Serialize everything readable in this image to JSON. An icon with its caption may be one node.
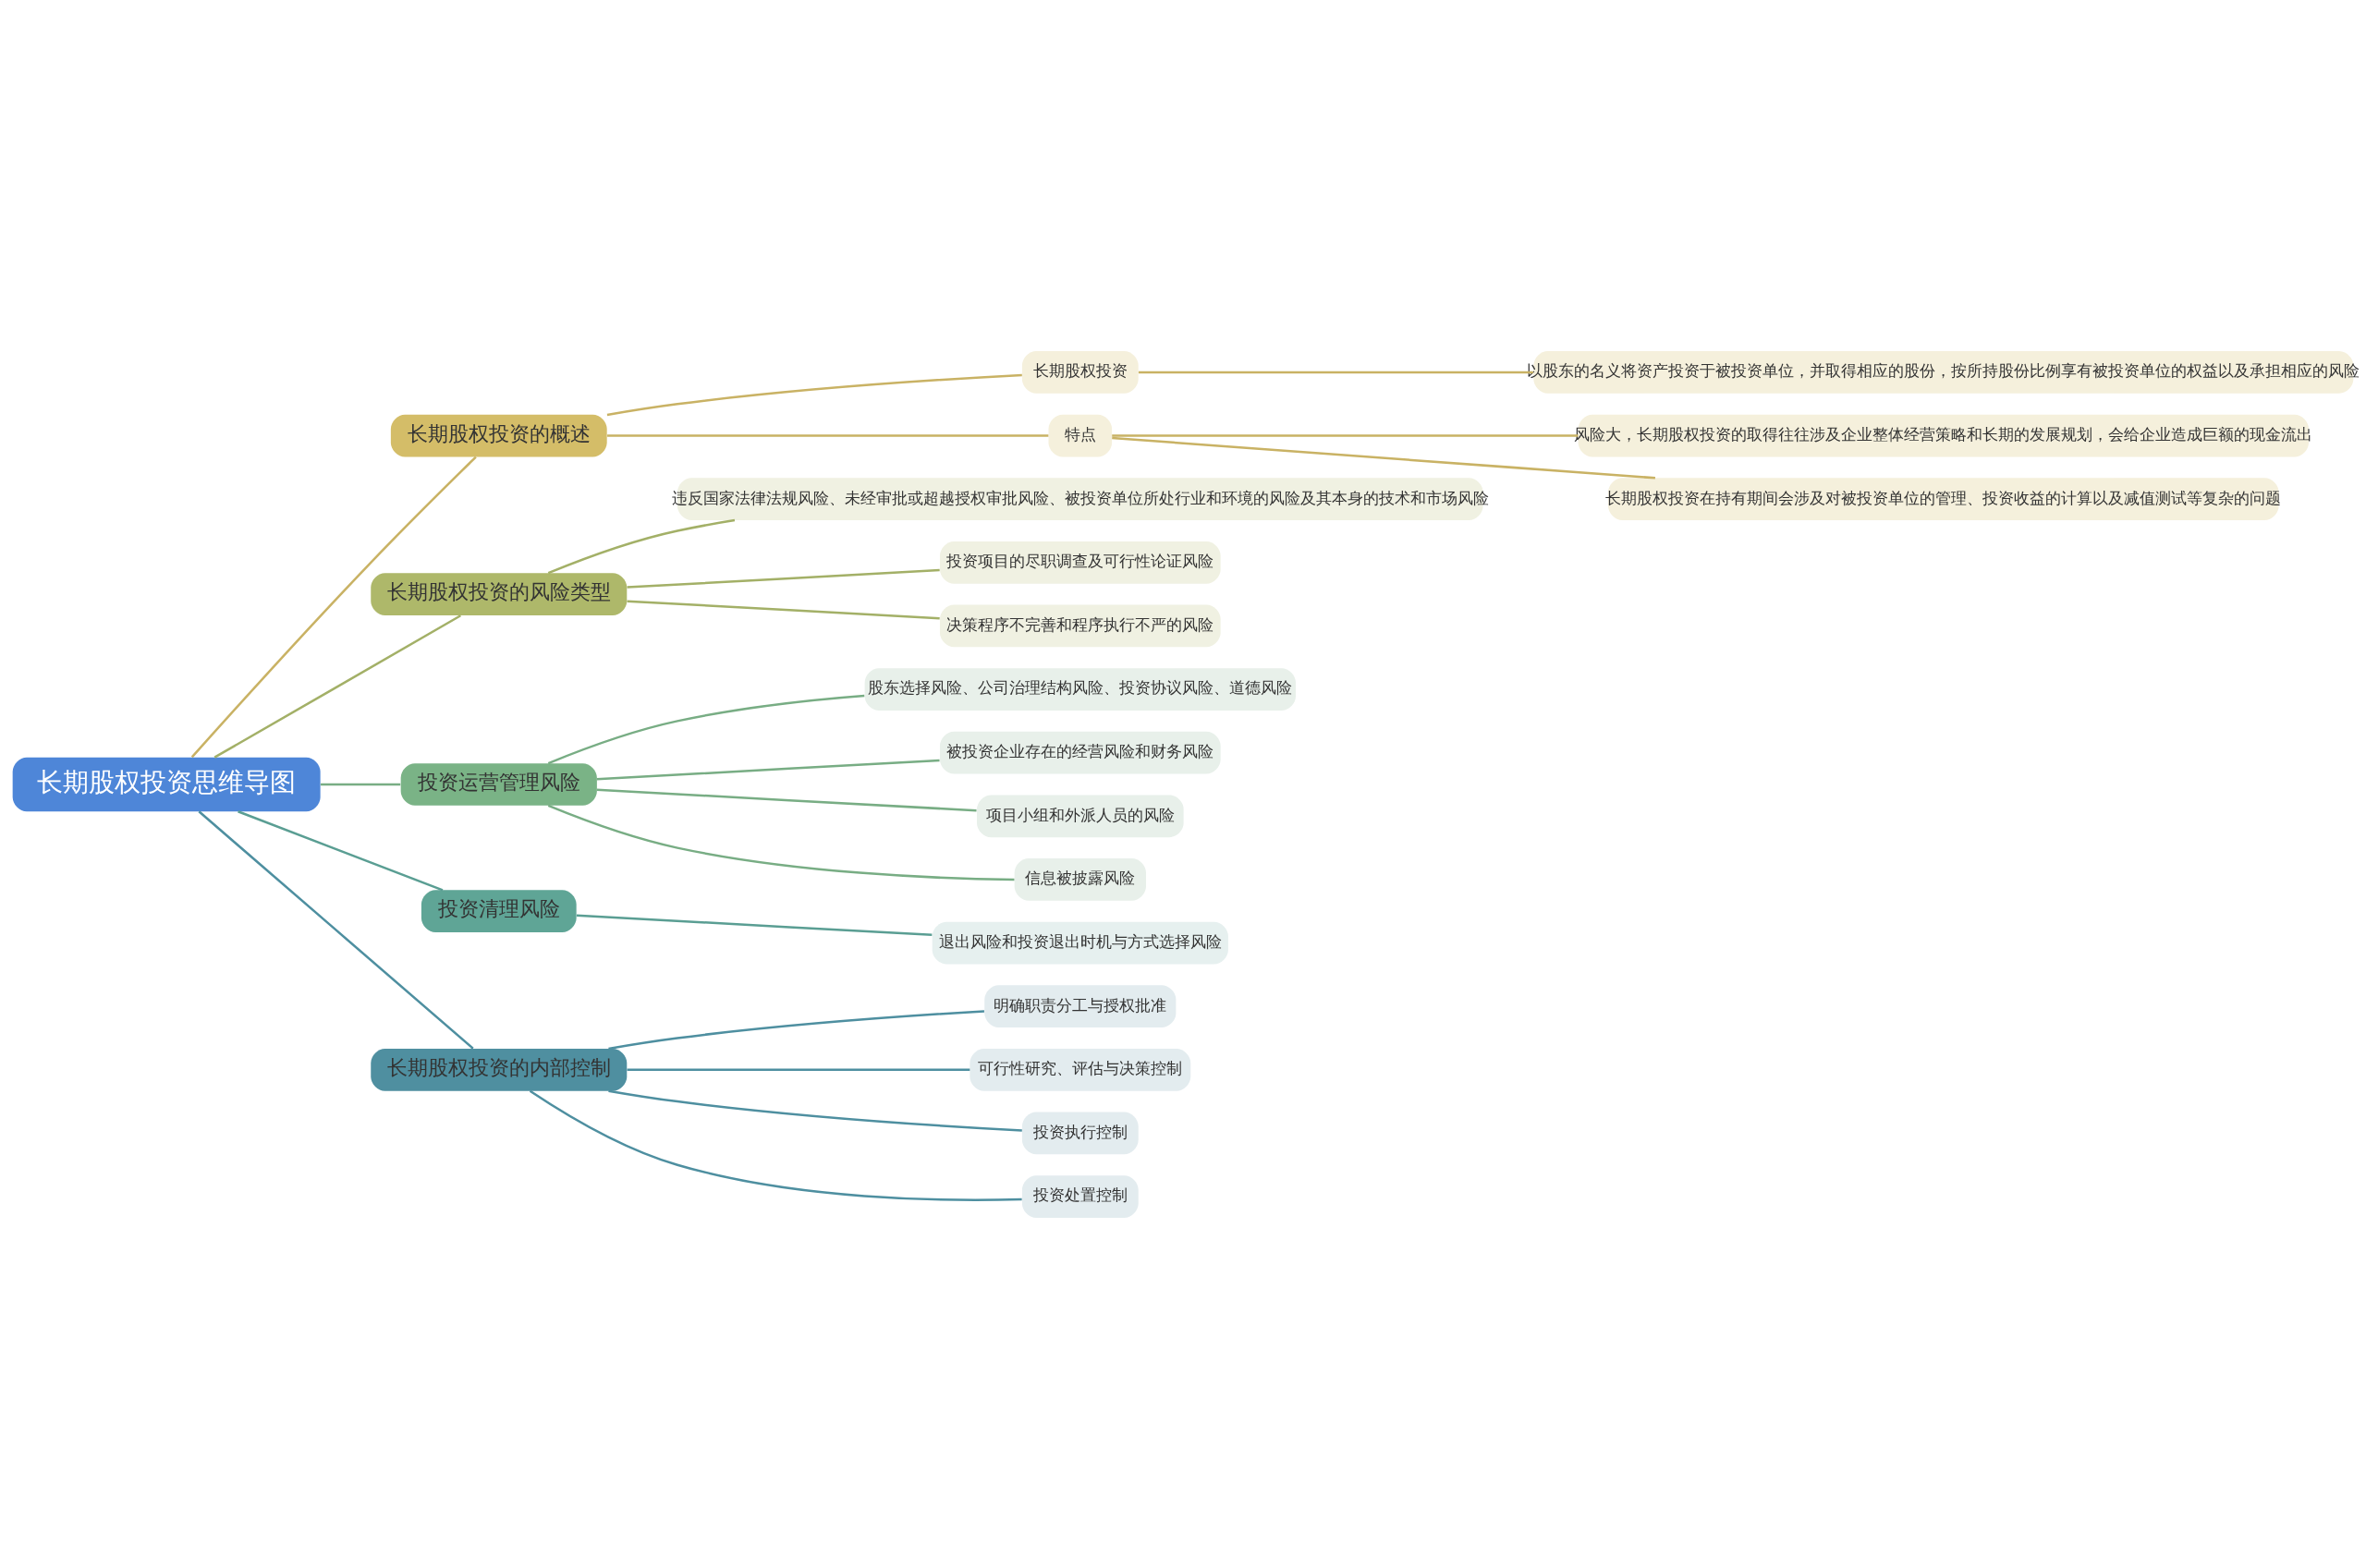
{
  "diagram": {
    "nodes": [
      {
        "text": [
          "长期股权投资思维导图"
        ]
      },
      {
        "text": [
          "长期股权投资的概述"
        ]
      },
      {
        "text": [
          "长期股权投资"
        ]
      },
      {
        "text": [
          "以股东的名义将资产投资于被投资单位，并取得相应的股份，按所持股份比例享有被投资单位的权益以及承担相应的风险"
        ]
      },
      {
        "text": [
          "特点"
        ]
      },
      {
        "text": [
          "风险大，长期股权投资的取得往往涉及企业整体经营策略和长期的发展规划，会给企业造成巨额的现金流出"
        ]
      },
      {
        "text": [
          "长期股权投资在持有期间会涉及对被投资单位的管理、投资收益的计算以及减值测试等复杂的问题"
        ]
      },
      {
        "text": [
          "长期股权投资的风险类型"
        ]
      },
      {
        "text": [
          "违反国家法律法规风险、未经审批或超越授权审批风险、被投资单位所处行业和环境的风险及其本身的技术和市场风险"
        ]
      },
      {
        "text": [
          "投资项目的尽职调查及可行性论证风险"
        ]
      },
      {
        "text": [
          "决策程序不完善和程序执行不严的风险"
        ]
      },
      {
        "text": [
          "投资运营管理风险"
        ]
      },
      {
        "text": [
          "股东选择风险、公司治理结构风险、投资协议风险、道德风险"
        ]
      },
      {
        "text": [
          "被投资企业存在的经营风险和财务风险"
        ]
      },
      {
        "text": [
          "项目小组和外派人员的风险"
        ]
      },
      {
        "text": [
          "信息被披露风险"
        ]
      },
      {
        "text": [
          "投资清理风险"
        ]
      },
      {
        "text": [
          "退出风险和投资退出时机与方式选择风险"
        ]
      },
      {
        "text": [
          "长期股权投资的内部控制"
        ]
      },
      {
        "text": [
          "明确职责分工与授权批准"
        ]
      },
      {
        "text": [
          "可行性研究、评估与决策控制"
        ]
      },
      {
        "text": [
          "投资执行控制"
        ]
      },
      {
        "text": [
          "投资处置控制"
        ]
      }
    ],
    "edges": [
      {
        "from": 0,
        "to": 1,
        "arrow": "none",
        "color": "#c9b264"
      },
      {
        "from": 1,
        "to": 2,
        "arrow": "none",
        "color": "#c9b264"
      },
      {
        "from": 2,
        "to": 3,
        "arrow": "none",
        "color": "#c9b264"
      },
      {
        "from": 1,
        "to": 4,
        "arrow": "none",
        "color": "#c9b264"
      },
      {
        "from": 4,
        "to": 5,
        "arrow": "none",
        "color": "#c9b264"
      },
      {
        "from": 4,
        "to": 6,
        "arrow": "none",
        "color": "#c9b264"
      },
      {
        "from": 0,
        "to": 7,
        "arrow": "none",
        "color": "#a3b067"
      },
      {
        "from": 7,
        "to": 8,
        "arrow": "none",
        "color": "#a3b067"
      },
      {
        "from": 7,
        "to": 9,
        "arrow": "none",
        "color": "#a3b067"
      },
      {
        "from": 7,
        "to": 10,
        "arrow": "none",
        "color": "#a3b067"
      },
      {
        "from": 0,
        "to": 11,
        "arrow": "none",
        "color": "#78ad84"
      },
      {
        "from": 11,
        "to": 12,
        "arrow": "none",
        "color": "#78ad84"
      },
      {
        "from": 11,
        "to": 13,
        "arrow": "none",
        "color": "#78ad84"
      },
      {
        "from": 11,
        "to": 14,
        "arrow": "none",
        "color": "#78ad84"
      },
      {
        "from": 11,
        "to": 15,
        "arrow": "none",
        "color": "#78ad84"
      },
      {
        "from": 0,
        "to": 16,
        "arrow": "none",
        "color": "#5a9e93"
      },
      {
        "from": 16,
        "to": 17,
        "arrow": "none",
        "color": "#5a9e93"
      },
      {
        "from": 0,
        "to": 18,
        "arrow": "none",
        "color": "#4e8fa0"
      },
      {
        "from": 18,
        "to": 19,
        "arrow": "none",
        "color": "#4e8fa0"
      },
      {
        "from": 18,
        "to": 20,
        "arrow": "none",
        "color": "#4e8fa0"
      },
      {
        "from": 18,
        "to": 21,
        "arrow": "none",
        "color": "#4e8fa0"
      },
      {
        "from": 18,
        "to": 22,
        "arrow": "none",
        "color": "#4e8fa0"
      }
    ]
  }
}
